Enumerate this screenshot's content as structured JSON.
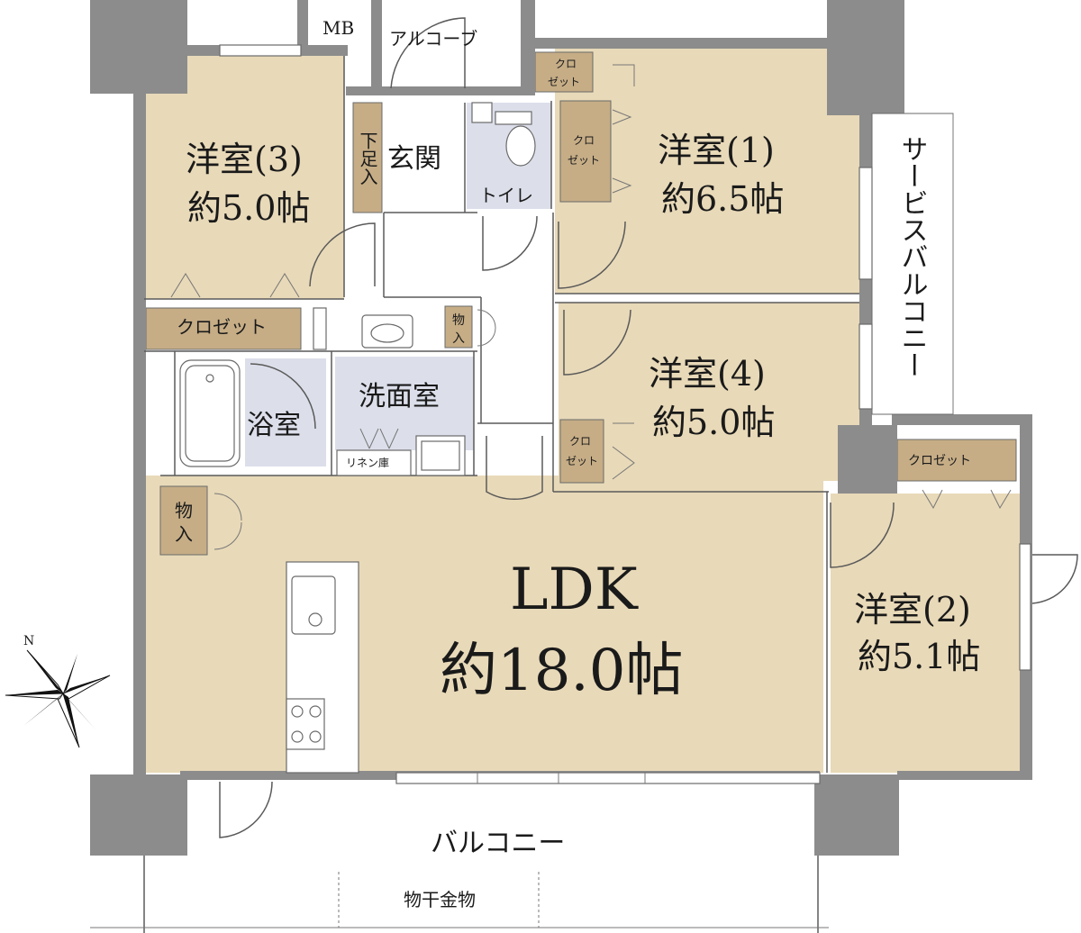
{
  "colors": {
    "room": "#e8d9b8",
    "closet": "#c6ad86",
    "wet": "#dcdfea",
    "wall": "#8c8c8c"
  },
  "rooms": {
    "ldk": {
      "name": "LDK",
      "size": "約18.0帖"
    },
    "western1": {
      "name": "洋室(1)",
      "size": "約6.5帖"
    },
    "western2": {
      "name": "洋室(2)",
      "size": "約5.1帖"
    },
    "western3": {
      "name": "洋室(3)",
      "size": "約5.0帖"
    },
    "western4": {
      "name": "洋室(4)",
      "size": "約5.0帖"
    },
    "entrance": "玄関",
    "toilet": "トイレ",
    "washroom": "洗面室",
    "bath": "浴室",
    "linen": "リネン庫"
  },
  "closets": {
    "w3_closet": "クロゼット",
    "w2_closet": "クロゼット",
    "w1_closet_a": [
      "クロ",
      "ゼット"
    ],
    "w1_closet_b": [
      "クロ",
      "ゼット"
    ],
    "w4_closet": [
      "クロ",
      "ゼット"
    ],
    "storage_upper": [
      "物",
      "入"
    ],
    "storage_lower": [
      "物",
      "入"
    ],
    "shoe": "下足入"
  },
  "exterior": {
    "mb": "MB",
    "alcove": "アルコーブ",
    "service_balcony": "サービスバルコニー",
    "balcony": "バルコニー",
    "drying_hardware": "物干金物",
    "north": "N"
  }
}
